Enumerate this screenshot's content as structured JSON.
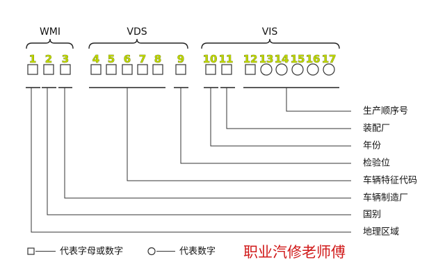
{
  "groups": [
    {
      "label": "WMI"
    },
    {
      "label": "VDS"
    },
    {
      "label": "VIS"
    }
  ],
  "positions": [
    {
      "num": "1",
      "symbol": "square"
    },
    {
      "num": "2",
      "symbol": "square"
    },
    {
      "num": "3",
      "symbol": "square"
    },
    {
      "num": "4",
      "symbol": "square"
    },
    {
      "num": "5",
      "symbol": "square"
    },
    {
      "num": "6",
      "symbol": "square"
    },
    {
      "num": "7",
      "symbol": "square"
    },
    {
      "num": "8",
      "symbol": "square"
    },
    {
      "num": "9",
      "symbol": "square"
    },
    {
      "num": "10",
      "symbol": "square"
    },
    {
      "num": "11",
      "symbol": "square"
    },
    {
      "num": "12",
      "symbol": "square"
    },
    {
      "num": "13",
      "symbol": "circle"
    },
    {
      "num": "14",
      "symbol": "circle"
    },
    {
      "num": "15",
      "symbol": "circle"
    },
    {
      "num": "16",
      "symbol": "circle"
    },
    {
      "num": "17",
      "symbol": "circle"
    }
  ],
  "callouts": [
    {
      "label": "生产顺序号"
    },
    {
      "label": "装配厂"
    },
    {
      "label": "年份"
    },
    {
      "label": "检验位"
    },
    {
      "label": "车辆特征代码"
    },
    {
      "label": "车辆制造厂"
    },
    {
      "label": "国别"
    },
    {
      "label": "地理区域"
    }
  ],
  "legend": [
    {
      "symbol": "square",
      "text": "代表字母或数字"
    },
    {
      "symbol": "circle",
      "text": "代表数字"
    }
  ],
  "watermark": "职业汽修老师傅",
  "colors": {
    "digits": "#bcd400",
    "lines": "#333333",
    "watermark": "#d01818"
  }
}
